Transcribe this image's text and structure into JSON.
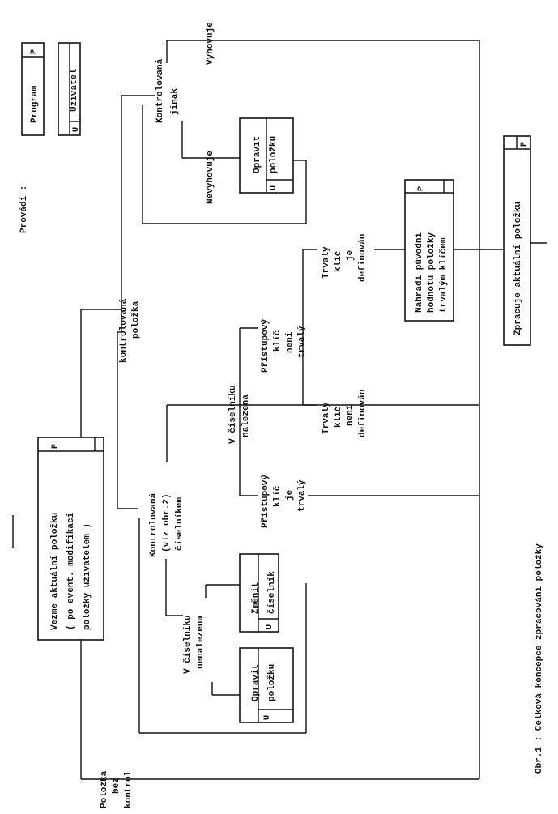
{
  "legend": {
    "title": "Provádí :",
    "program": "Program",
    "program_tag": "P",
    "user": "Uživatel",
    "user_tag": "U"
  },
  "boxes": {
    "take_item": [
      "Vezme aktuální položku",
      "( po event. modifikaci",
      "položky uživatelem )"
    ],
    "take_item_tag": "P",
    "correct_item_top": [
      "Opravit",
      "položku"
    ],
    "correct_item_top_tag": "U",
    "replace_value": [
      "Nahradí původní",
      "hodnotu položky",
      "trvalým klíčem"
    ],
    "replace_value_tag": "P",
    "process_item": "Zpracuje aktuální položku",
    "process_item_tag": "P",
    "change_codelist": [
      "Změnit",
      "číselník"
    ],
    "change_codelist_tag": "U",
    "correct_item_bottom": [
      "Opravit",
      "položku"
    ],
    "correct_item_bottom_tag": "U"
  },
  "labels": {
    "controlled_item": [
      "kontrolovaná",
      "položka"
    ],
    "controlled_otherwise": [
      "Kontrolovaná",
      "jinak"
    ],
    "satisfies": "Vyhovuje",
    "not_satisfies": "Nevyhovuje",
    "controlled_codelist": [
      "Kontrolovaná",
      "(viz obr.2)",
      "číselníkem"
    ],
    "found": [
      "V číselníku",
      "nalezena"
    ],
    "not_found": [
      "V číselníku",
      "nenalezena"
    ],
    "access_not_perm": [
      "Přístupový",
      "klíč",
      "není",
      "trvalý"
    ],
    "access_perm": [
      "Přístupový",
      "klíč",
      "je",
      "trvalý"
    ],
    "perm_defined": [
      "Trvalý",
      "klíč",
      "je",
      "definován"
    ],
    "perm_not_defined": [
      "Trvalý",
      "klíč",
      "není",
      "definován"
    ],
    "uncontrolled": [
      "Položka",
      "bez",
      "kontrol"
    ]
  },
  "caption": "Obr.1 : Celková koncepce zpracování položky"
}
